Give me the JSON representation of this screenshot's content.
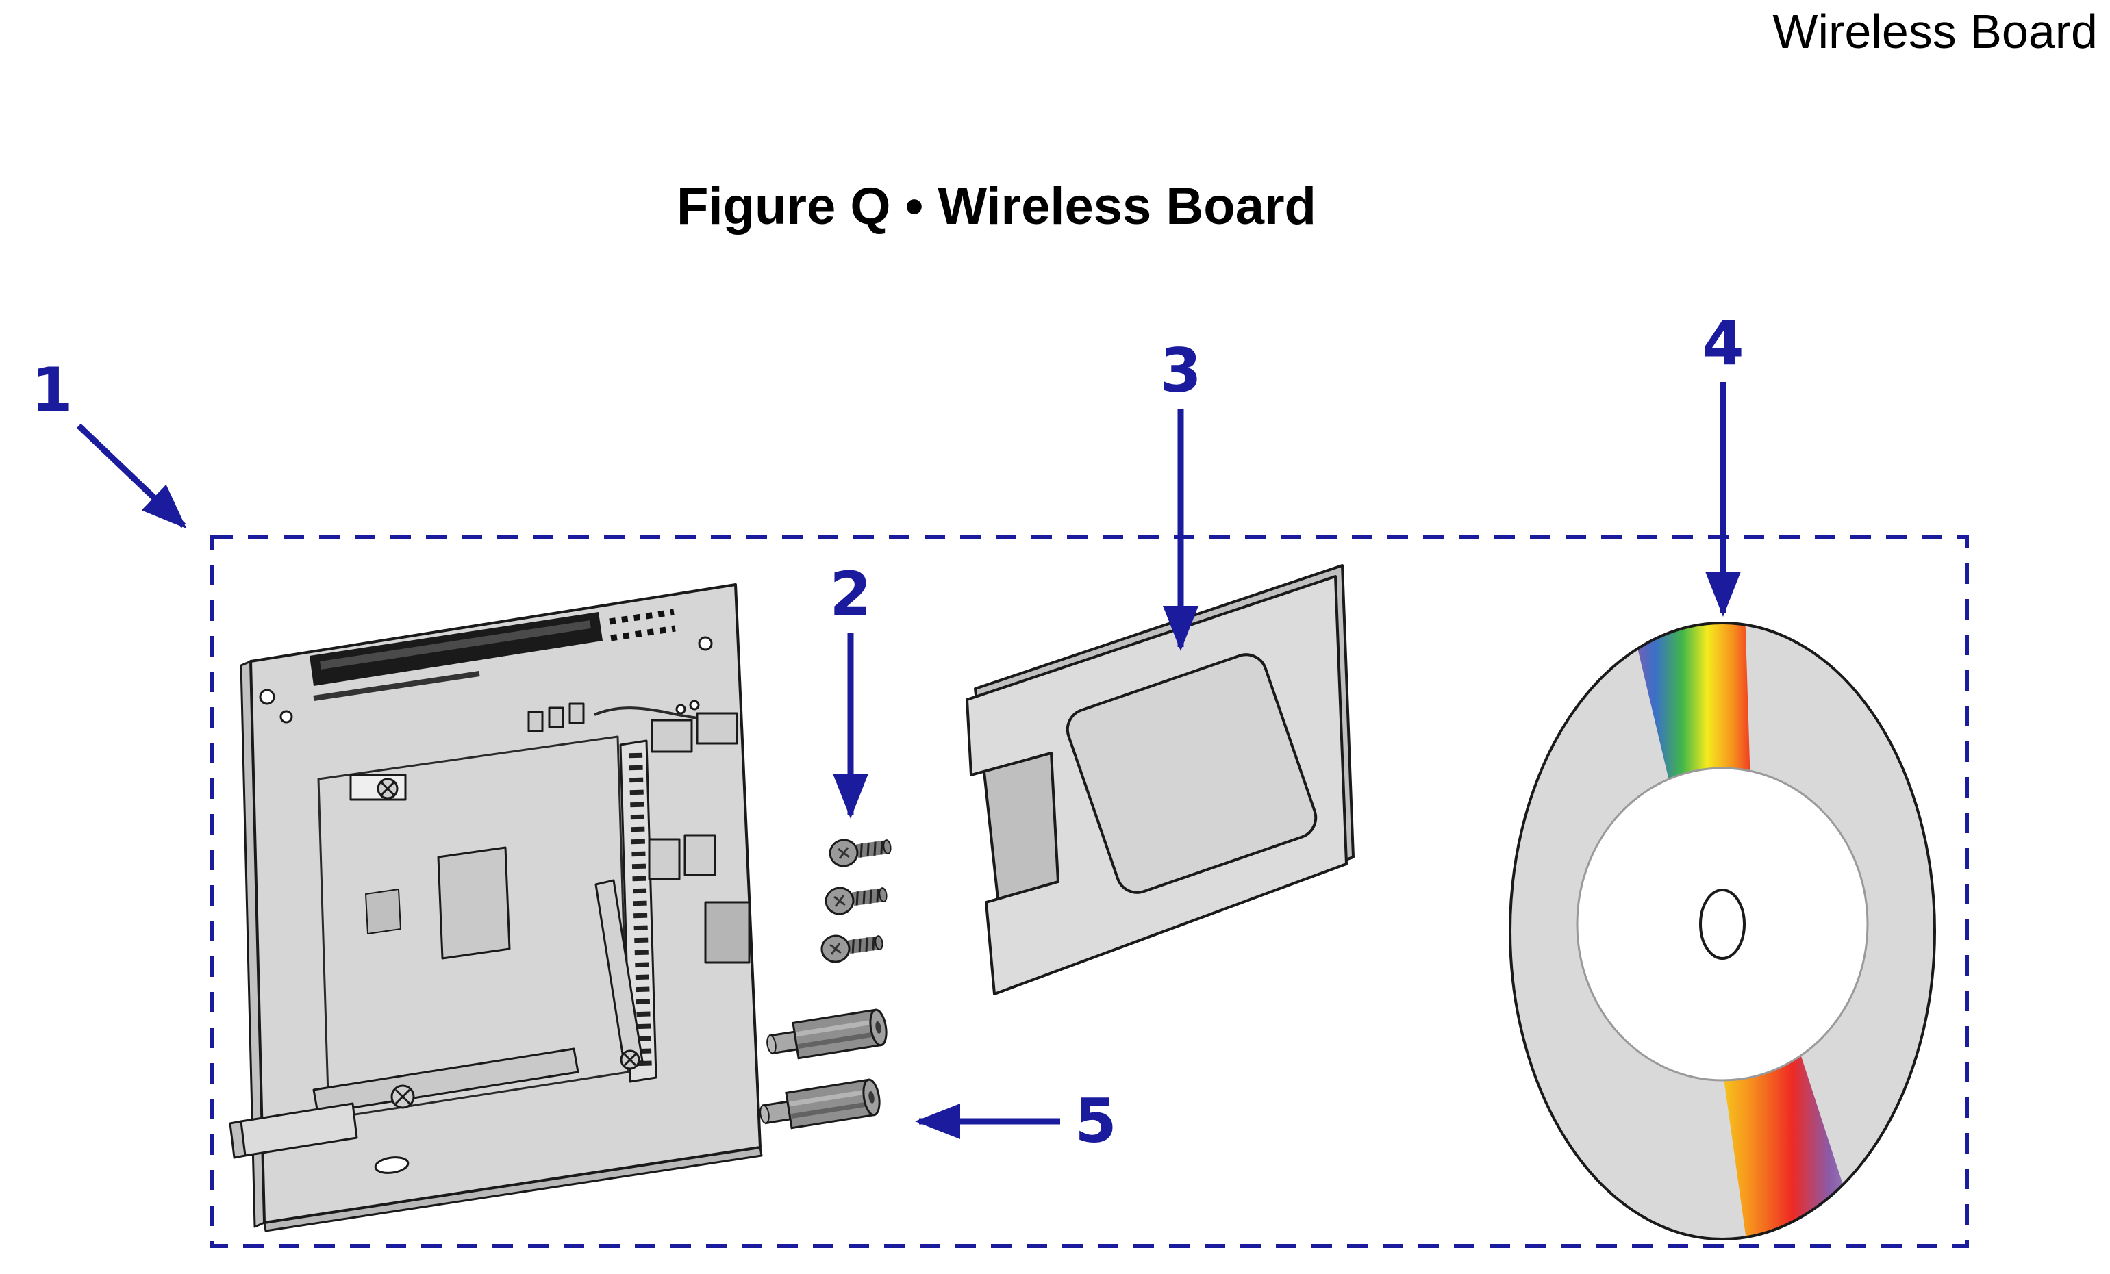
{
  "page": {
    "header_title": "Wireless Board",
    "figure_title": "Figure Q • Wireless Board"
  },
  "callouts": [
    {
      "number": "1"
    },
    {
      "number": "2"
    },
    {
      "number": "3"
    },
    {
      "number": "4"
    },
    {
      "number": "5"
    }
  ],
  "colors": {
    "callout_blue": "#1b1b9d",
    "board_gray": "#d6d6d6",
    "outline_black": "#1a1a1a",
    "cd_rainbow": [
      "#8a5ba8",
      "#3b6fc9",
      "#41b649",
      "#f5eb1e",
      "#f7941d",
      "#ee2a24"
    ]
  },
  "icons": {
    "board": "circuit-board-illustration",
    "screws": "mounting-screws-illustration",
    "bracket": "wireless-card-bracket-illustration",
    "cd": "software-cd-illustration",
    "standoffs": "hex-standoffs-illustration"
  }
}
